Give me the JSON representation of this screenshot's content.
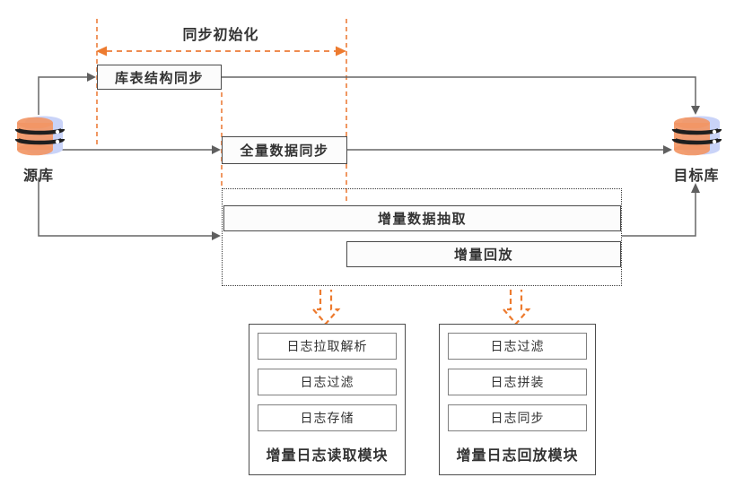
{
  "init_phase_label": "同步初始化",
  "source_db": {
    "label": "源库"
  },
  "target_db": {
    "label": "目标库"
  },
  "flow": {
    "schema_sync": "库表结构同步",
    "full_sync": "全量数据同步",
    "incremental_extract": "增量数据抽取",
    "incremental_replay": "增量回放"
  },
  "modules": [
    {
      "title": "增量日志读取模块",
      "items": [
        "日志拉取解析",
        "日志过滤",
        "日志存储"
      ]
    },
    {
      "title": "增量日志回放模块",
      "items": [
        "日志过滤",
        "日志拼装",
        "日志同步"
      ]
    }
  ],
  "colors": {
    "orange_dash": "#EF8C51",
    "orange_arrow": "#ED7B2F",
    "line_gray": "#666666",
    "text": "#333333",
    "db_blue": "#C9D3F8",
    "db_orange": "#F29665"
  }
}
